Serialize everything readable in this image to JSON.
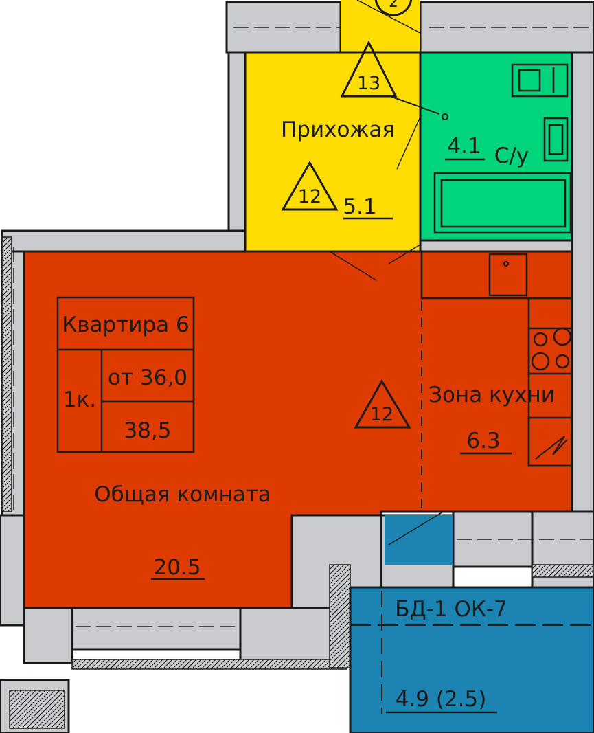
{
  "apartment": {
    "title": "Квартира 6",
    "rooms": "1к.",
    "area_from": "от 36,0",
    "area_total": "38,5"
  },
  "rooms": {
    "hallway": {
      "name": "Прихожая",
      "area": "5.1",
      "color": "#ffdd00"
    },
    "bathroom": {
      "name": "С/у",
      "area": "4.1",
      "color": "#00d47a"
    },
    "living": {
      "name": "Общая комната",
      "area": "20.5",
      "color": "#dd3b00"
    },
    "kitchen": {
      "name": "Зона кухни",
      "area": "6.3",
      "color": "#dd3b00"
    },
    "balcony": {
      "name": "БД-1 ОК-7",
      "area": "4.9  (2.5)",
      "color": "#1b84b3"
    }
  },
  "markers": {
    "axis_top": "2",
    "tri_hall_top": "13",
    "tri_hall_bottom": "12",
    "tri_living": "12"
  },
  "colors": {
    "wall": "#c9cccd",
    "line": "#1a1a1a"
  }
}
